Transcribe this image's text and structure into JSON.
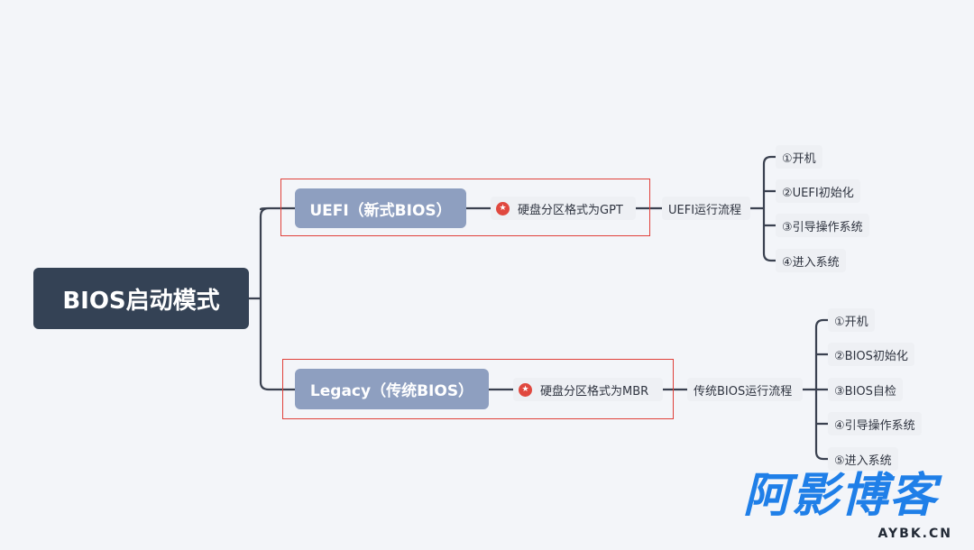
{
  "root": {
    "label": "BIOS启动模式"
  },
  "branches": [
    {
      "label": "UEFI（新式BIOS）",
      "tag": "硬盘分区格式为GPT",
      "flow": "UEFI运行流程",
      "steps": [
        "①开机",
        "②UEFI初始化",
        "③引导操作系统",
        "④进入系统"
      ]
    },
    {
      "label": "Legacy（传统BIOS）",
      "tag": "硬盘分区格式为MBR",
      "flow": "传统BIOS运行流程",
      "steps": [
        "①开机",
        "②BIOS初始化",
        "③BIOS自检",
        "④引导操作系统",
        "⑤进入系统"
      ]
    }
  ],
  "watermark": {
    "main": "阿影博客",
    "sub": "AYBK.CN"
  },
  "colors": {
    "root": "#344255",
    "branch": "#8e9fc0",
    "connector": "#3a4150",
    "highlight": "#e0403a",
    "star": "#e0483f",
    "watermark": "#1f7fe8"
  },
  "icons": {
    "tag_marker": "star-badge-icon"
  }
}
